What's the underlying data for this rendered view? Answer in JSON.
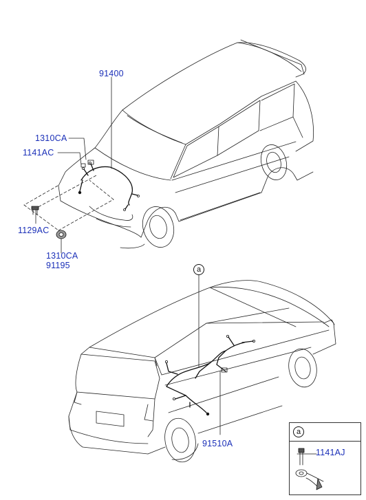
{
  "labels": {
    "front_harness": "91400",
    "front_bolt": "1310CA",
    "front_clip": "1141AC",
    "front_screw": "1129AC",
    "grommet_part": "1310CA",
    "grommet_harness": "91195",
    "rear_harness": "91510A",
    "detail_part": "1141AJ"
  },
  "callouts": {
    "rear_ref": "a",
    "detail_ref": "a"
  }
}
